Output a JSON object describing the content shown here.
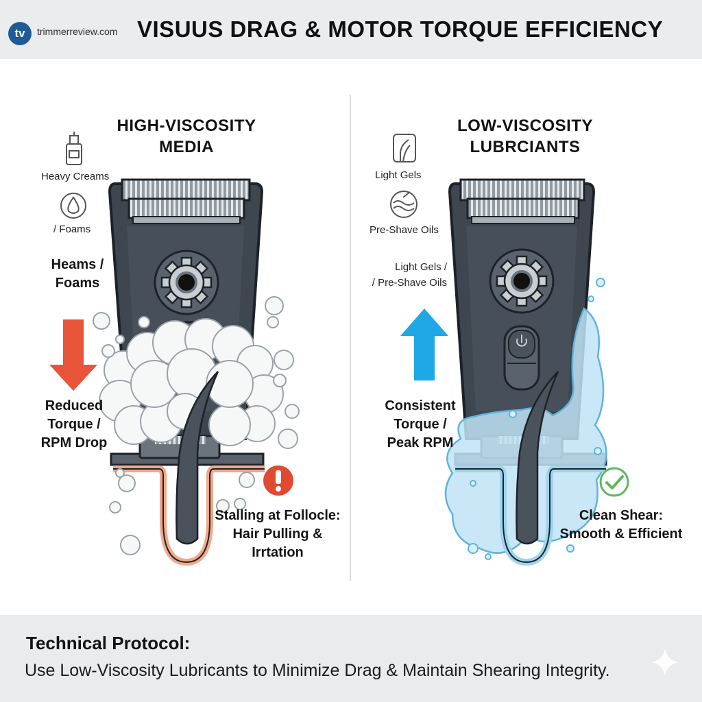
{
  "header": {
    "logo_text": "tv",
    "site": "trimmerreview.com",
    "title": "VISUUS DRAG & MOTOR TORQUE EFFICIENCY"
  },
  "left_panel": {
    "title": "HIGH-VISCOSITY\nMEDIA",
    "icon_label_1": "Heavy Creams",
    "icon_label_2": "/ Foams",
    "side_label": "Heams /\nFoams",
    "arrow_label": "Reduced\nTorque /\nRPM Drop",
    "result_label": "Stalling at Follocle:\nHair Pulling &\nIrrtation",
    "arrow_color": "#e8543a",
    "alert_color": "#e04a32"
  },
  "right_panel": {
    "title": "LOW-VISCOSITY\nLUBRCIANTS",
    "icon_label_1": "Light Gels",
    "icon_label_2": "Pre-Shave Oils",
    "side_label": "Light Gels /\n/ Pre-Shave Oils",
    "arrow_label": "Consistent\nTorque /\nPeak RPM",
    "result_label": "Clean Shear:\nSmooth & Efficient",
    "arrow_color": "#1fa8e6",
    "check_color": "#5cb85c"
  },
  "footer": {
    "heading": "Technical Protocol:",
    "text": "Use Low-Viscosity Lubricants to Minimize Drag & Maintain Shearing Integrity."
  }
}
